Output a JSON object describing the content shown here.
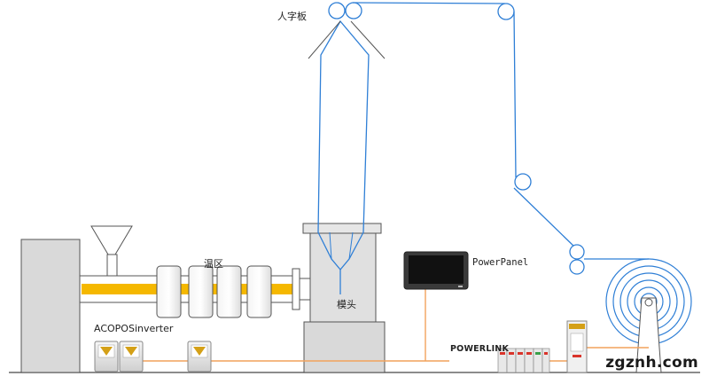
{
  "labels": {
    "v_board": "人字板",
    "heating_zone": "温区",
    "die_head": "模头",
    "power_panel": "PowerPanel",
    "acopos": "ACOPOSinverter",
    "powerlink": "POWERLINK",
    "watermark": "zgznh.com"
  },
  "colors": {
    "film": "#2f7fd6",
    "screw": "#f5b800",
    "ethernet": "#f2a25c",
    "machine": "#d9d9d9",
    "outline": "#555555"
  }
}
